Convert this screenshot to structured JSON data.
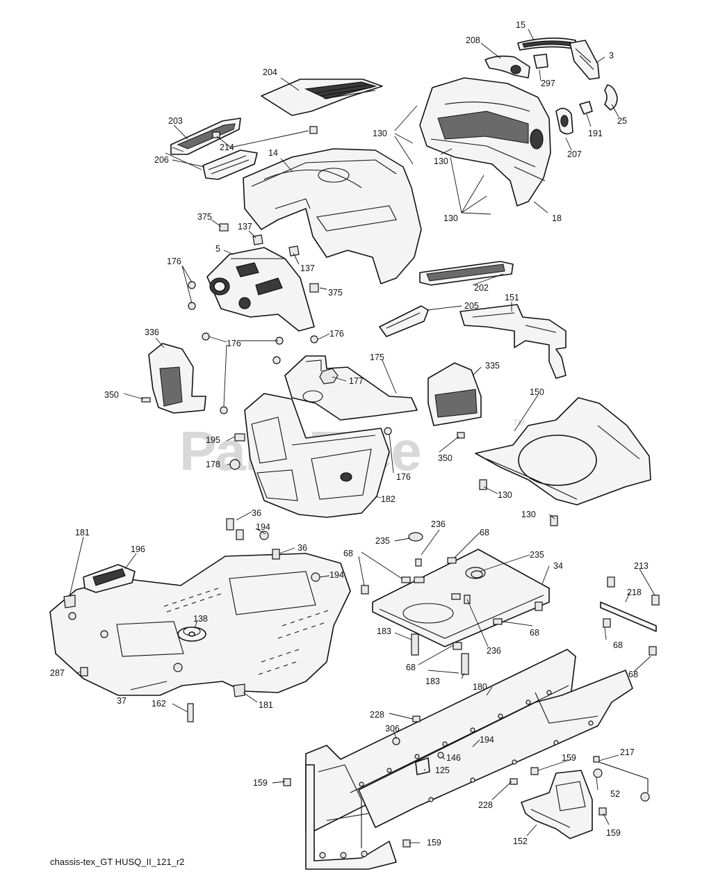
{
  "watermark": {
    "text": "PartsTree",
    "trademark": "TM"
  },
  "footer": {
    "code": "chassis-tex_GT HUSQ_II_121_r2"
  },
  "callouts": [
    {
      "t": "15"
    },
    {
      "t": "208"
    },
    {
      "t": "3"
    },
    {
      "t": "204"
    },
    {
      "t": "297"
    },
    {
      "t": "25"
    },
    {
      "t": "203"
    },
    {
      "t": "130"
    },
    {
      "t": "191"
    },
    {
      "t": "214"
    },
    {
      "t": "207"
    },
    {
      "t": "130"
    },
    {
      "t": "14"
    },
    {
      "t": "206"
    },
    {
      "t": "130"
    },
    {
      "t": "18"
    },
    {
      "t": "375"
    },
    {
      "t": "137"
    },
    {
      "t": "5"
    },
    {
      "t": "176"
    },
    {
      "t": "137"
    },
    {
      "t": "375"
    },
    {
      "t": "202"
    },
    {
      "t": "205"
    },
    {
      "t": "151"
    },
    {
      "t": "176"
    },
    {
      "t": "176"
    },
    {
      "t": "336"
    },
    {
      "t": "175"
    },
    {
      "t": "335"
    },
    {
      "t": "177"
    },
    {
      "t": "350"
    },
    {
      "t": "150"
    },
    {
      "t": "195"
    },
    {
      "t": "350"
    },
    {
      "t": "178"
    },
    {
      "t": "176"
    },
    {
      "t": "130"
    },
    {
      "t": "182"
    },
    {
      "t": "130"
    },
    {
      "t": "36"
    },
    {
      "t": "181"
    },
    {
      "t": "194"
    },
    {
      "t": "236"
    },
    {
      "t": "196"
    },
    {
      "t": "235"
    },
    {
      "t": "68"
    },
    {
      "t": "36"
    },
    {
      "t": "68"
    },
    {
      "t": "235"
    },
    {
      "t": "194"
    },
    {
      "t": "34"
    },
    {
      "t": "213"
    },
    {
      "t": "218"
    },
    {
      "t": "138"
    },
    {
      "t": "183"
    },
    {
      "t": "68"
    },
    {
      "t": "68"
    },
    {
      "t": "236"
    },
    {
      "t": "68"
    },
    {
      "t": "287"
    },
    {
      "t": "183"
    },
    {
      "t": "68"
    },
    {
      "t": "37"
    },
    {
      "t": "180"
    },
    {
      "t": "181"
    },
    {
      "t": "162"
    },
    {
      "t": "228"
    },
    {
      "t": "306"
    },
    {
      "t": "194"
    },
    {
      "t": "146"
    },
    {
      "t": "159"
    },
    {
      "t": "217"
    },
    {
      "t": "125"
    },
    {
      "t": "159"
    },
    {
      "t": "52"
    },
    {
      "t": "228"
    },
    {
      "t": "159"
    },
    {
      "t": "159"
    },
    {
      "t": "152"
    }
  ]
}
